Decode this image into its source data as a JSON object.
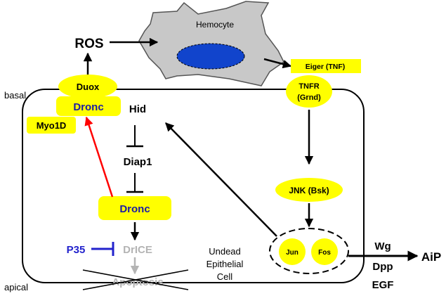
{
  "labels": {
    "ros": "ROS",
    "hemocyte": "Hemocyte",
    "eiger": "Eiger (TNF)",
    "basal": "basal",
    "apical": "apical",
    "duox": "Duox",
    "dronc_top": "Dronc",
    "myo1d": "Myo1D",
    "hid": "Hid",
    "diap1": "Diap1",
    "dronc_mid": "Dronc",
    "p35": "P35",
    "drice": "DrICE",
    "apoptosis": "Apoptosis",
    "undead_line1": "Undead",
    "undead_line2": "Epithelial",
    "undead_line3": "Cell",
    "tnfr_line1": "TNFR",
    "tnfr_line2": "(Grnd)",
    "jnk": "JNK (Bsk)",
    "jun": "Jun",
    "fos": "Fos",
    "wg": "Wg",
    "dpp": "Dpp",
    "egf": "EGF",
    "aip": "AiP"
  },
  "colors": {
    "yellow": "#ffff00",
    "nucleus_blue": "#1144cc",
    "hemocyte_gray": "#c8c8c8",
    "dronc_blue": "#1a1aa6",
    "p35_blue": "#2222cc",
    "red_arrow": "#ff0000",
    "gray_text": "#b4b4b4"
  }
}
